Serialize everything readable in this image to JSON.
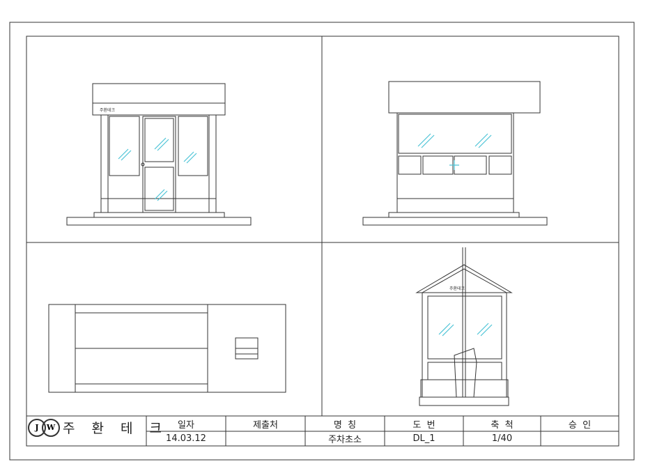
{
  "company": {
    "logo_letters": [
      "J",
      "W"
    ],
    "name": "주 환 테 크"
  },
  "sign_text": "주환테크",
  "title_block": {
    "headers": [
      "일자",
      "제출처",
      "명  칭",
      "도  번",
      "축  척",
      "승  인"
    ],
    "values": [
      "14.03.12",
      "",
      "주차초소",
      "DL_1",
      "1/40",
      ""
    ]
  },
  "colors": {
    "glass": "#4cc3d6",
    "line": "#333333"
  }
}
